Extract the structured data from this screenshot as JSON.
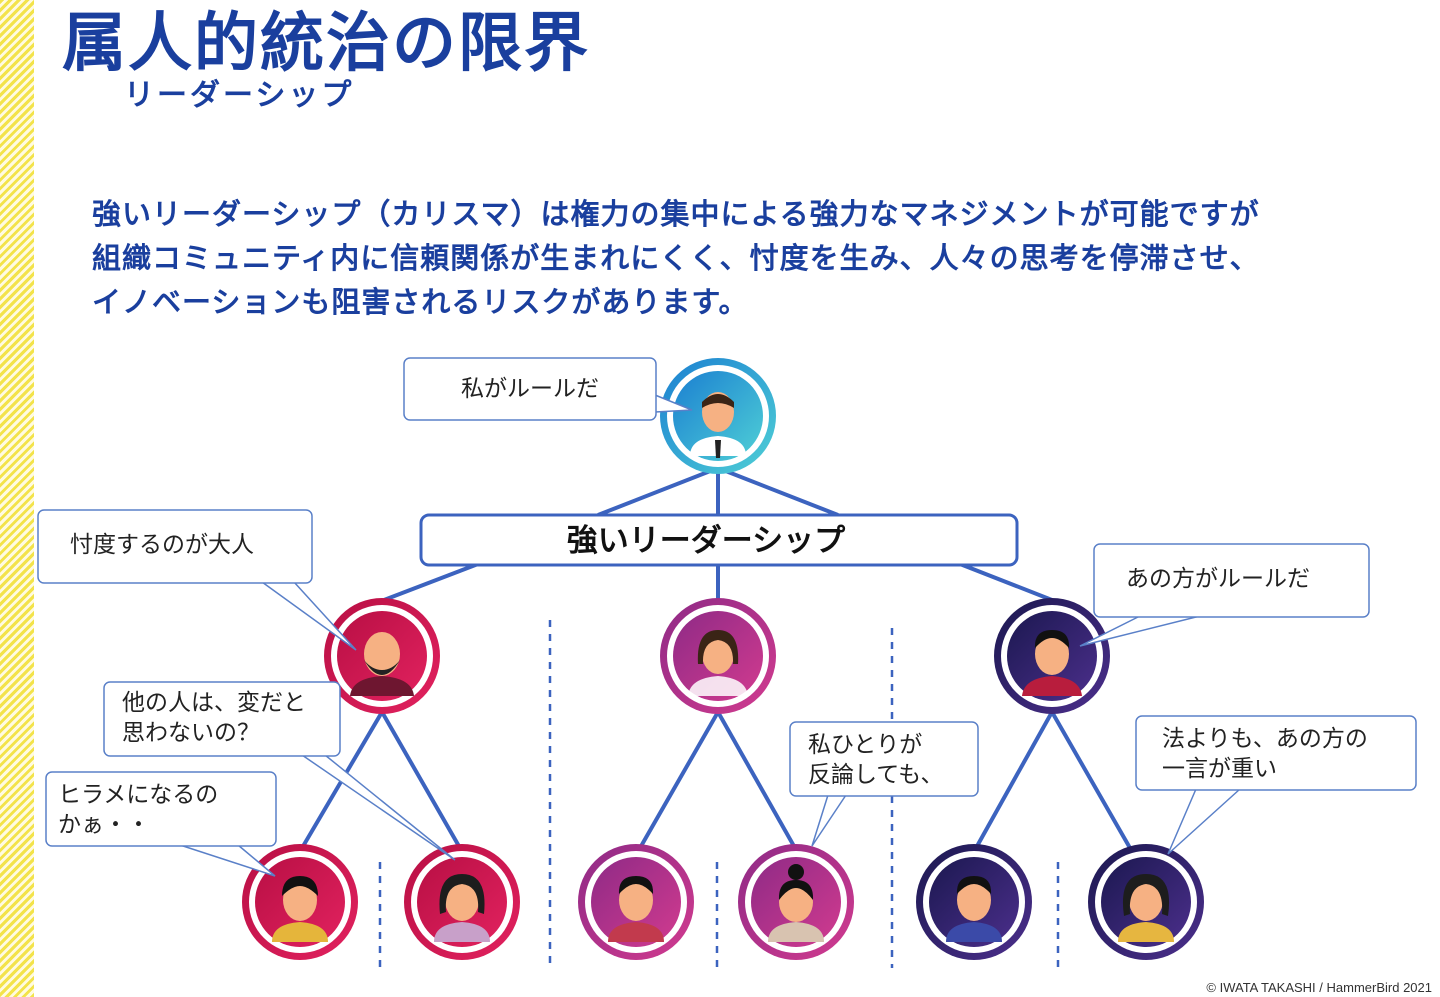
{
  "title": "属人的統治の限界",
  "subtitle": "リーダーシップ",
  "lead": [
    "強いリーダーシップ（カリスマ）は権力の集中による強力なマネジメントが可能ですが",
    "組織コミュニティ内に信頼関係が生まれにくく、忖度を生み、人々の思考を停滞させ、",
    "イノベーションも阻害されるリスクがあります。"
  ],
  "leader_box_label": "強いリーダーシップ",
  "bubbles": {
    "leader": [
      "私がルールだ"
    ],
    "left_manager": [
      "忖度するのが大人"
    ],
    "left_member_a": [
      "他の人は、変だと",
      "思わないの？"
    ],
    "left_member_b": [
      "ヒラメになるの",
      "かぁ・・"
    ],
    "center_member": [
      "私ひとりが",
      "反論しても、"
    ],
    "right_manager": [
      "あの方がルールだ"
    ],
    "right_member": [
      "法よりも、あの方の",
      "一言が重い"
    ]
  },
  "colors": {
    "title": "#1a3f9e",
    "connector": "#3c63bf",
    "leader_ring": "#2a9fd6",
    "left_ring": "#d0124f",
    "center_ring": "#b52a86",
    "right_ring": "#251f66"
  },
  "copyright": "© IWATA TAKASHI / HammerBird 2021"
}
